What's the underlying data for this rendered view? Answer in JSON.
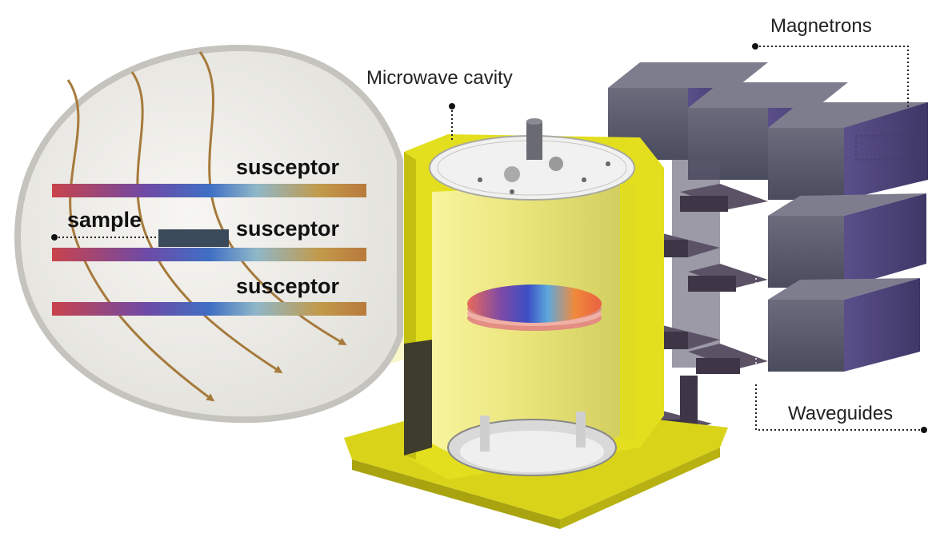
{
  "labels": {
    "magnetrons": "Magnetrons",
    "microwave_cavity": "Microwave cavity",
    "waveguides": "Waveguides",
    "sample": "sample",
    "susceptor_top": "susceptor",
    "susceptor_middle": "susceptor",
    "susceptor_bottom": "susceptor"
  },
  "colors": {
    "cavity_frame": "#e3df1e",
    "cavity_glass": "#f3ef8c",
    "magnetron_body": "#56566a",
    "waveguide": "#4a4150",
    "microwave_arrow": "#a67a3c",
    "inset_bubble": "#ecebe6",
    "sample": "#3b4a5a"
  },
  "icons": {
    "microwave_arrows": "curved-arrow-icon"
  }
}
